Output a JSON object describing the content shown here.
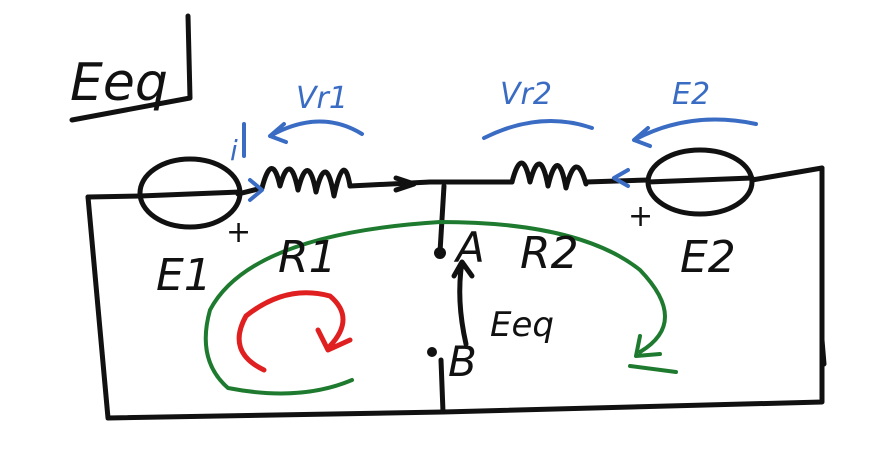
{
  "title": "Eeq",
  "labels": {
    "r1": "R1",
    "r2": "R2",
    "e1": "E1",
    "e2": "E2",
    "node_a": "A",
    "node_b": "B",
    "eeq_ab": "Eeq",
    "drop_r1": "Vr1",
    "drop_r2": "Vr2",
    "source_e2_arrow": "E2",
    "current": "i",
    "plus_e1": "+",
    "plus_e2": "+"
  },
  "colors": {
    "ink": "#111111",
    "blue": "#3a6cc4",
    "green": "#1e7a2e",
    "red": "#e02020"
  }
}
